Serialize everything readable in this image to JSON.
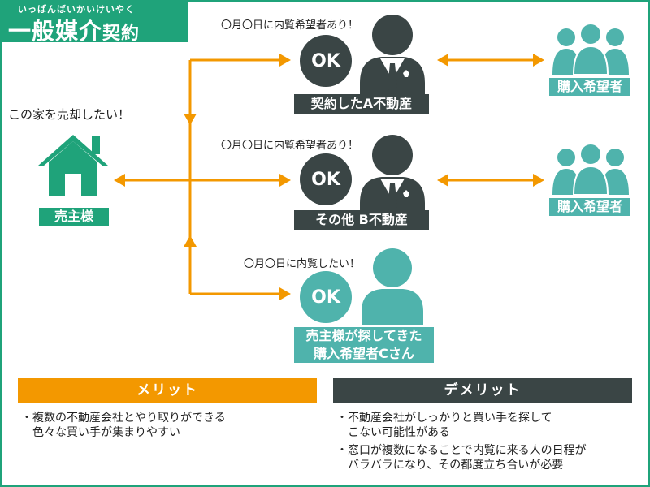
{
  "title": {
    "ruby": "いっぱんばいかいけいやく",
    "main": "一般媒介",
    "suffix": "契約"
  },
  "seller": {
    "speech": "この家を売却したい！",
    "label": "売主様"
  },
  "agents": [
    {
      "note": "〇月〇日に内覧希望者あり！",
      "ok": "OK",
      "label": "契約したA不動産"
    },
    {
      "note": "〇月〇日に内覧希望者あり！",
      "ok": "OK",
      "label": "その他 B不動産"
    }
  ],
  "buyer_c": {
    "note": "〇月〇日に内覧したい！",
    "ok": "OK",
    "label_line1": "売主様が探してきた",
    "label_line2": "購入希望者Cさん"
  },
  "buyers": [
    {
      "label": "購入希望者"
    },
    {
      "label": "購入希望者"
    }
  ],
  "merit": {
    "heading": "メリット",
    "items": [
      {
        "bullet": "・",
        "line1": "複数の不動産会社とやり取りができる",
        "line2": "色々な買い手が集まりやすい"
      }
    ]
  },
  "demerit": {
    "heading": "デメリット",
    "items": [
      {
        "bullet": "・",
        "line1": "不動産会社がしっかりと買い手を探して",
        "line2": "こない可能性がある"
      },
      {
        "bullet": "・",
        "line1": "窓口が複数になることで内覧に来る人の日程が",
        "line2": "バラバラになり、その都度立ち合いが必要"
      }
    ]
  },
  "colors": {
    "green": "#1fa37a",
    "orange": "#f39800",
    "dark": "#3a4545",
    "teal": "#4fb3ac"
  },
  "icons": {
    "seller": "house-icon",
    "agent": "businessman-icon",
    "buyer": "person-icon",
    "group": "group-icon"
  }
}
